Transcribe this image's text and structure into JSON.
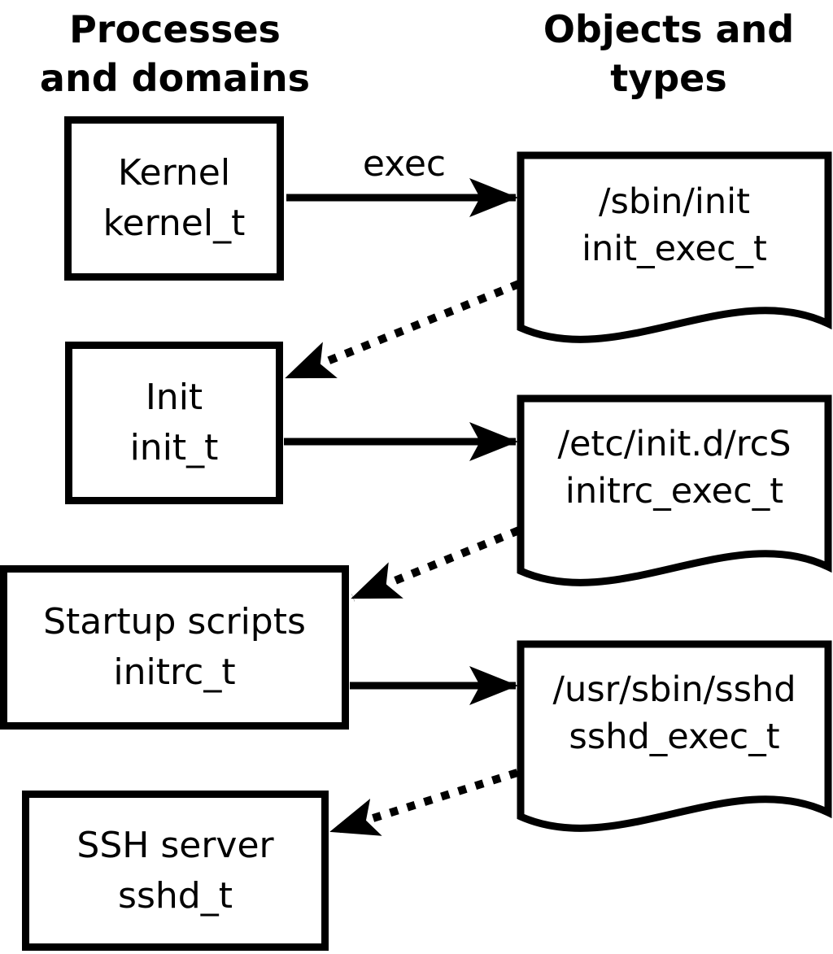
{
  "headers": {
    "left": {
      "line1": "Processes",
      "line2": "and domains"
    },
    "right": {
      "line1": "Objects and",
      "line2": "types"
    }
  },
  "processes": [
    {
      "label": "Kernel",
      "domain": "kernel_t"
    },
    {
      "label": "Init",
      "domain": "init_t"
    },
    {
      "label": "Startup scripts",
      "domain": "initrc_t"
    },
    {
      "label": "SSH server",
      "domain": "sshd_t"
    }
  ],
  "objects": [
    {
      "path": "/sbin/init",
      "type": "init_exec_t"
    },
    {
      "path": "/etc/init.d/rcS",
      "type": "initrc_exec_t"
    },
    {
      "path": "/usr/sbin/sshd",
      "type": "sshd_exec_t"
    }
  ],
  "labels": {
    "exec": "exec"
  },
  "colors": {
    "line": "#000000",
    "background": "#ffffff"
  }
}
